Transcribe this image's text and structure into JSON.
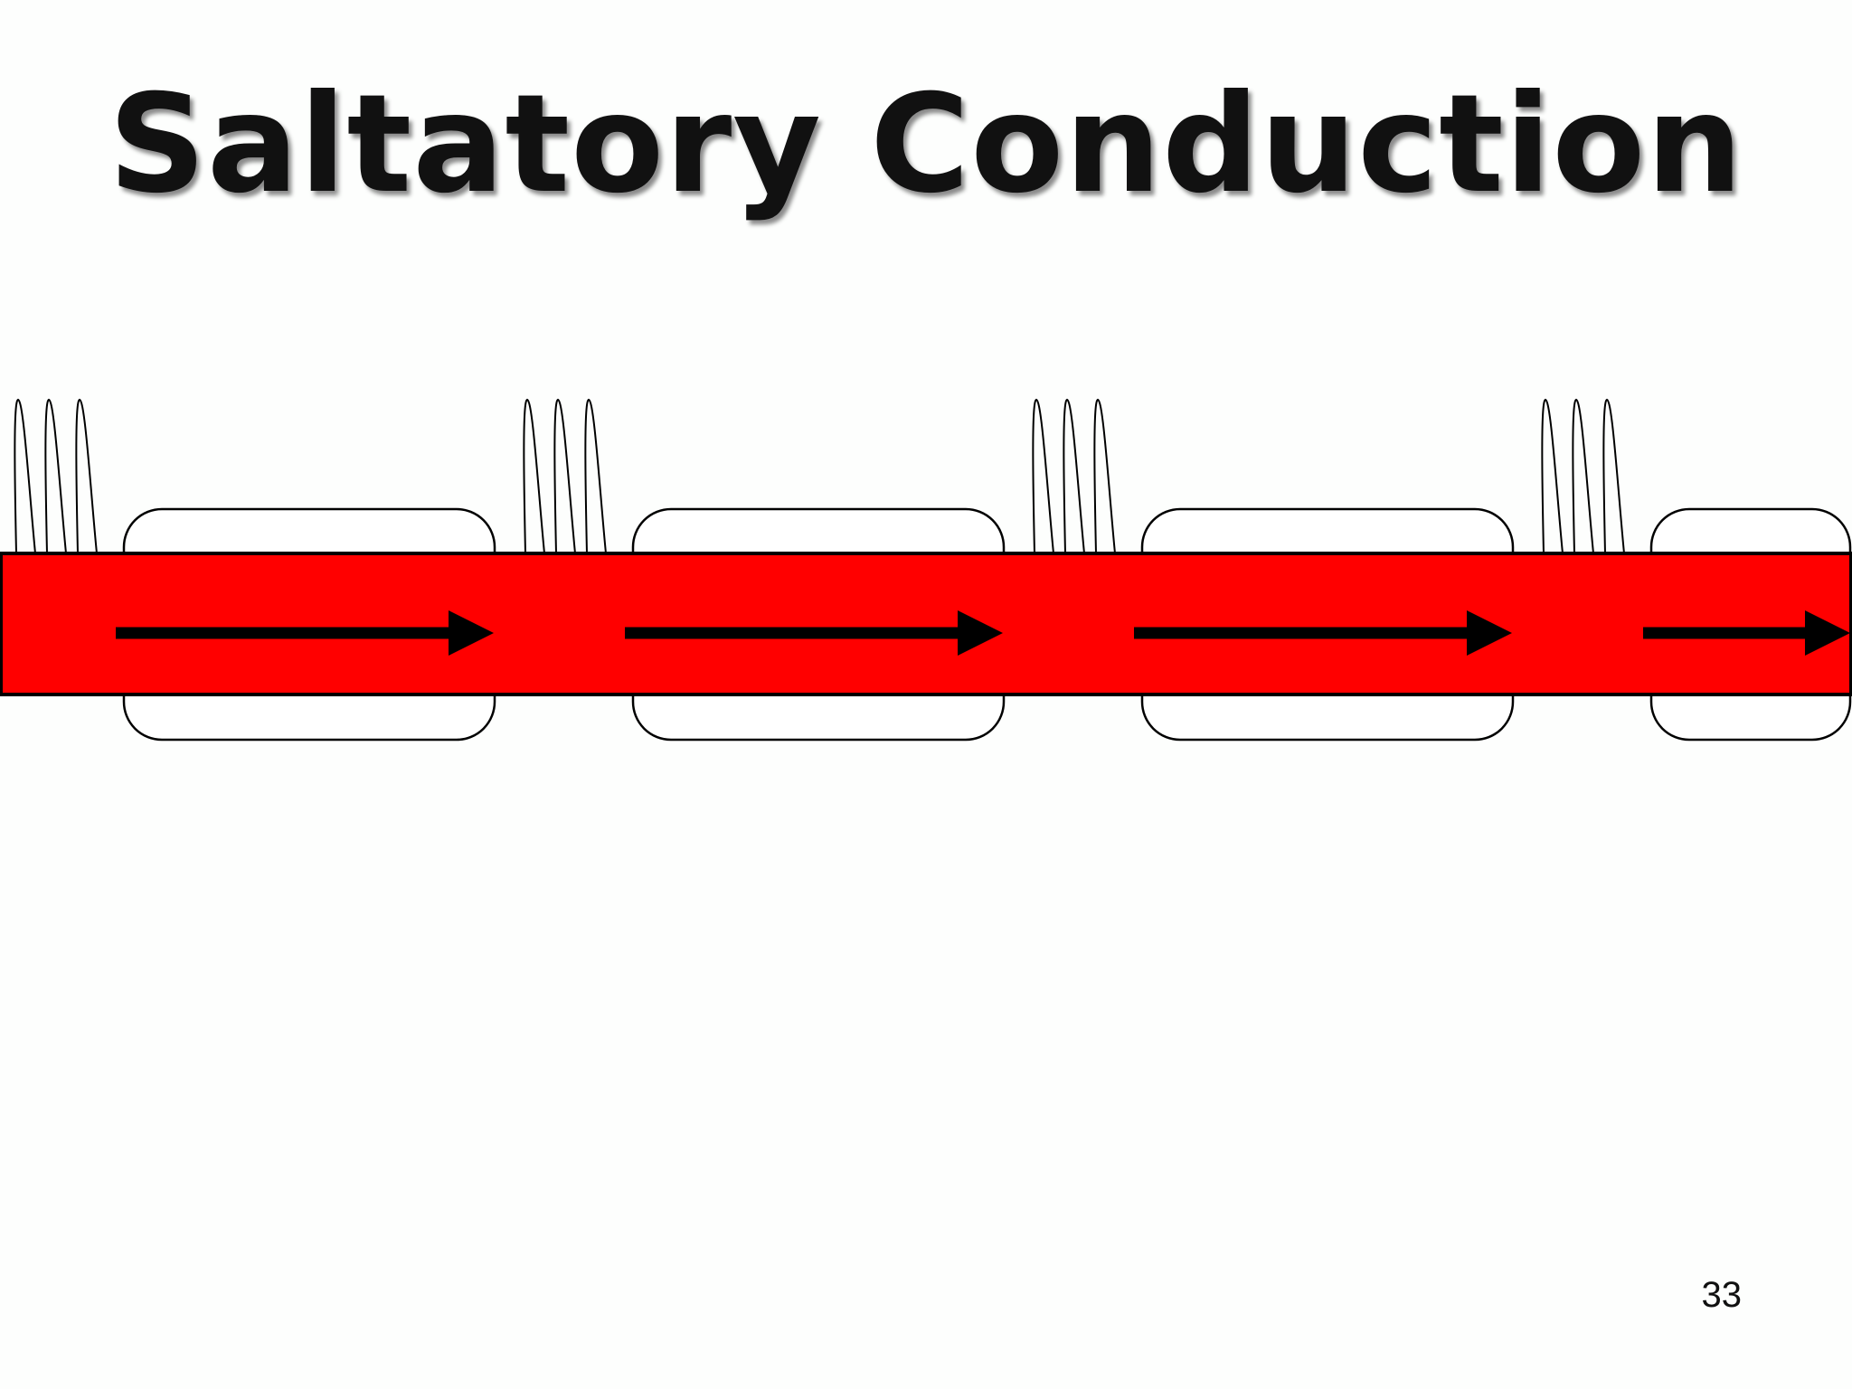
{
  "slide": {
    "title": "Saltatory Conduction",
    "page_number": "33"
  },
  "diagram": {
    "axon_color": "#ff0000",
    "outline_color": "#000000",
    "myelin_fill": "#ffffff",
    "arrow_color": "#000000",
    "node_count": 4,
    "spikes_per_node": 3,
    "myelin_segment_count": 4,
    "arrow_count": 4
  }
}
